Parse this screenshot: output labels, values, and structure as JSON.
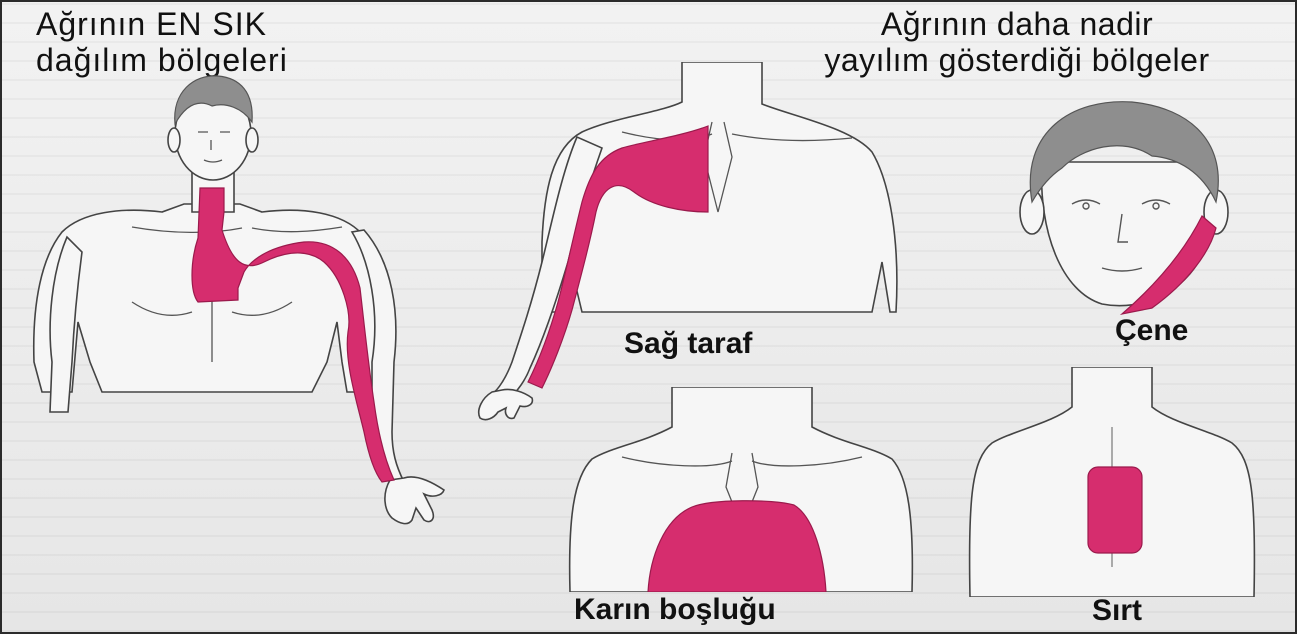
{
  "titles": {
    "left_line1": "Ağrının EN SIK",
    "left_line2": "dağılım bölgeleri",
    "right_line1": "Ağrının daha nadir",
    "right_line2": "yayılım gösterdiği bölgeler"
  },
  "captions": {
    "right_side": "Sağ taraf",
    "jaw": "Çene",
    "abdomen": "Karın boşluğu",
    "back": "Sırt"
  },
  "colors": {
    "pain": "#d62d6e",
    "skin": "#f6f6f6",
    "hair": "#8e8e8e",
    "outline": "#444444"
  }
}
